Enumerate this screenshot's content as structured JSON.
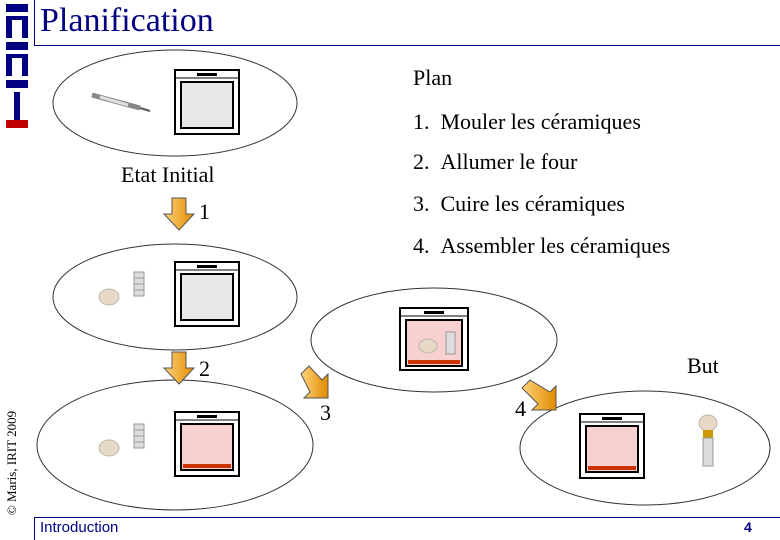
{
  "header": {
    "title": "Planification"
  },
  "sidebar": {
    "copyright": "© Maris, IRIT 2009",
    "logo_text": "IRIT"
  },
  "plan": {
    "heading": "Plan",
    "steps": [
      {
        "num": "1.",
        "label": "Mouler les céramiques"
      },
      {
        "num": "2.",
        "label": "Allumer le four"
      },
      {
        "num": "3.",
        "label": "Cuire les céramiques"
      },
      {
        "num": "4.",
        "label": "Assembler les céramiques"
      }
    ]
  },
  "diagram": {
    "initial_label": "Etat Initial",
    "goal_label": "But",
    "step_numbers": [
      "1",
      "2",
      "3",
      "4"
    ]
  },
  "footer": {
    "section": "Introduction",
    "page": "4"
  },
  "colors": {
    "accent": "#000080",
    "oven_hot": "#f8d0d0",
    "oven_cold": "#e8e8e8",
    "ceramic": "#e8d8c8"
  }
}
